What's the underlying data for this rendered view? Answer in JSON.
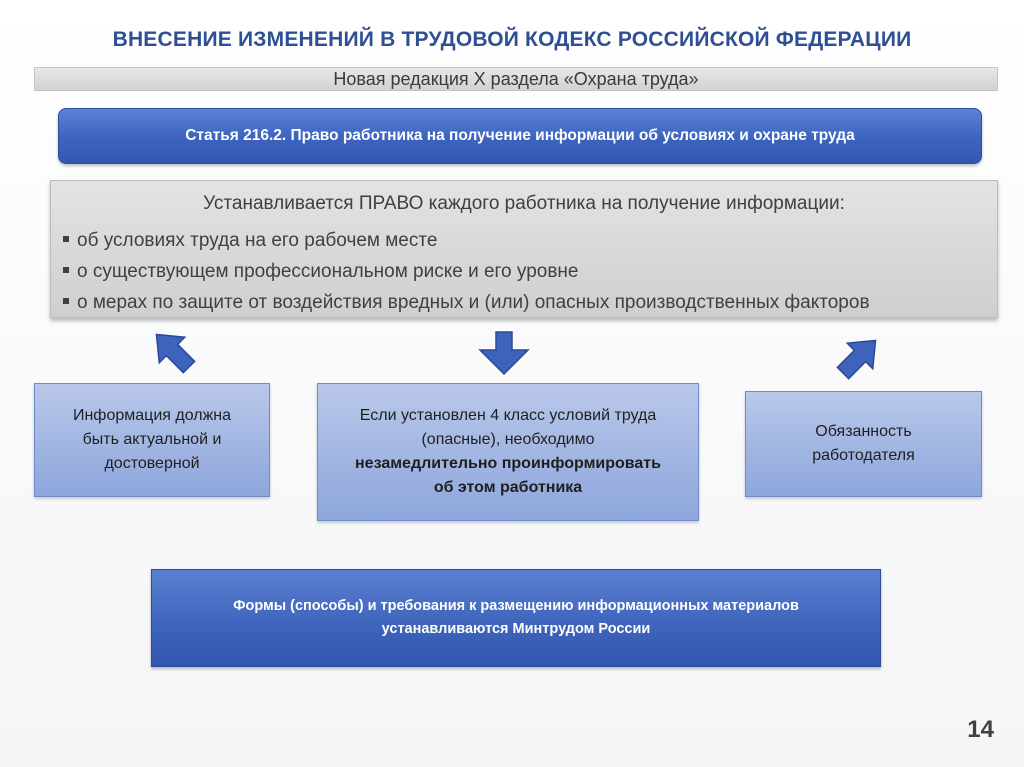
{
  "title": "ВНЕСЕНИЕ ИЗМЕНЕНИЙ В ТРУДОВОЙ КОДЕКС РОССИЙСКОЙ ФЕДЕРАЦИИ",
  "subtitle": "Новая редакция Х раздела «Охрана труда»",
  "article": "Статья 216.2. Право работника на получение информации об условиях и охране труда",
  "right_box": {
    "heading": "Устанавливается ПРАВО каждого работника на получение информации:",
    "items": [
      "об условиях труда на его рабочем месте",
      "о существующем профессиональном риске и его уровне",
      "о мерах по защите от воздействия вредных и (или) опасных производственных факторов"
    ]
  },
  "boxes": {
    "left": {
      "lines": [
        "Информация должна",
        "быть актуальной и",
        "достоверной"
      ]
    },
    "middle": {
      "lines": [
        "Если установлен 4 класс условий труда",
        "(опасные), необходимо"
      ],
      "bold_lines": [
        "незамедлительно проинформировать",
        "об этом работника"
      ]
    },
    "right": {
      "lines": [
        "Обязанность",
        "работодателя"
      ]
    }
  },
  "bottom_box": {
    "lines": [
      "Формы (способы) и требования  к размещению информационных  материалов",
      "устанавливаются Минтрудом России"
    ]
  },
  "page_number": "14",
  "colors": {
    "title": "#2f4f95",
    "accent_blue": "#3c63bd",
    "light_blue": "#9fb4e2",
    "gray_panel": "#d9d9d9",
    "arrow_blue": "#3d63bd"
  }
}
